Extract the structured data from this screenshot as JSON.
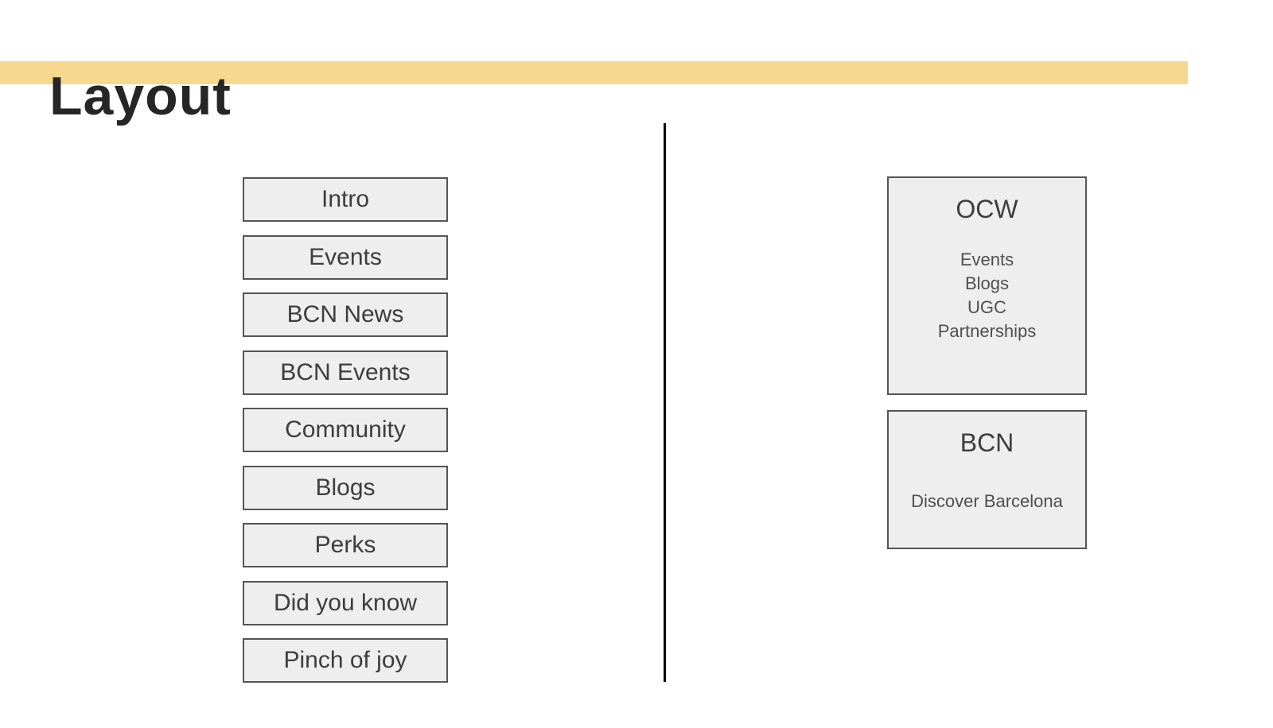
{
  "colors": {
    "accent": "#f6d88e",
    "title": "#262626",
    "box-fill": "#eeeeee",
    "box-border": "#555555",
    "box-text": "#3d3d3d",
    "muted-text": "#4f4f4f",
    "divider": "#000000"
  },
  "header": {
    "title": "Layout"
  },
  "left_column": {
    "sections": [
      {
        "label": "Intro"
      },
      {
        "label": "Events"
      },
      {
        "label": "BCN News"
      },
      {
        "label": "BCN Events"
      },
      {
        "label": "Community"
      },
      {
        "label": "Blogs"
      },
      {
        "label": "Perks"
      },
      {
        "label": "Did you know"
      },
      {
        "label": "Pinch of joy"
      }
    ]
  },
  "right_column": {
    "groups": [
      {
        "title": "OCW",
        "items": [
          "Events",
          "Blogs",
          "UGC",
          "Partnerships"
        ]
      },
      {
        "title": "BCN",
        "items": [
          "Discover Barcelona"
        ]
      }
    ]
  }
}
